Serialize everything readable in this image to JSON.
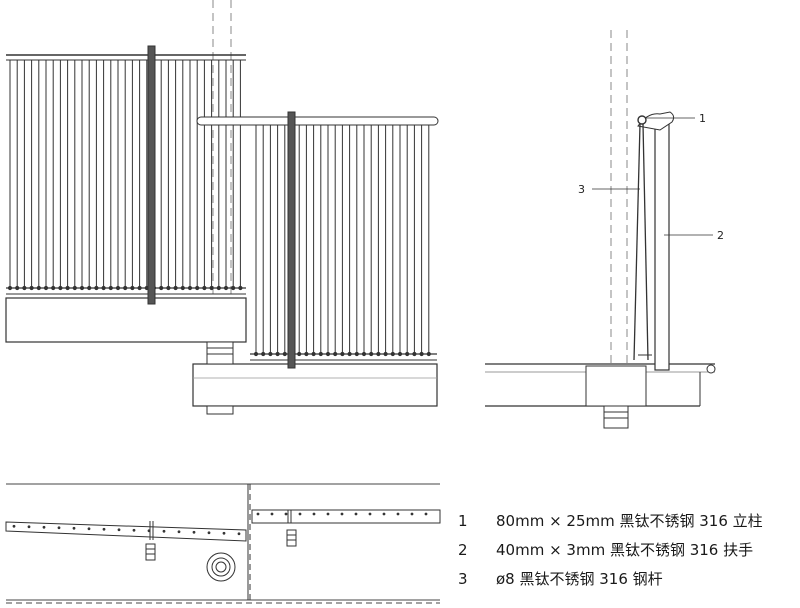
{
  "callouts": [
    "1",
    "2",
    "3"
  ],
  "legend": [
    {
      "num": "1",
      "text": "80mm × 25mm 黑钛不锈钢 316 立柱"
    },
    {
      "num": "2",
      "text": "40mm × 3mm 黑钛不锈钢 316 扶手"
    },
    {
      "num": "3",
      "text": "ø8 黑钛不锈钢 316 钢杆"
    }
  ]
}
